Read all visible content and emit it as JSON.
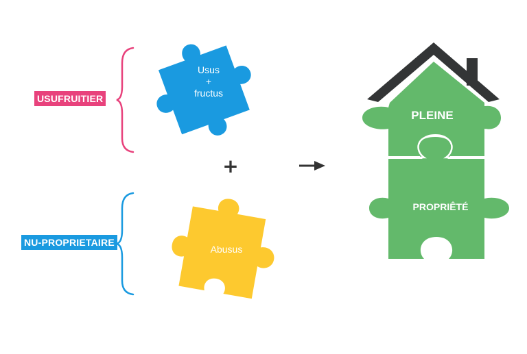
{
  "labels": {
    "usufruitier": "USUFRUITIER",
    "nu_proprietaire": "NU-PROPRIETAIRE"
  },
  "pieces": {
    "blue": {
      "line1": "Usus",
      "line2": "+",
      "line3": "fructus"
    },
    "yellow": {
      "text": "Abusus"
    },
    "house_top": {
      "text": "PLEINE"
    },
    "house_bottom": {
      "text": "PROPRIÊTÉ"
    }
  },
  "operators": {
    "plus": "+",
    "arrow": "→"
  },
  "colors": {
    "pink": "#e8427c",
    "blue": "#1a9ae0",
    "yellow": "#fdc92f",
    "green": "#63b96b",
    "roof": "#333536"
  }
}
